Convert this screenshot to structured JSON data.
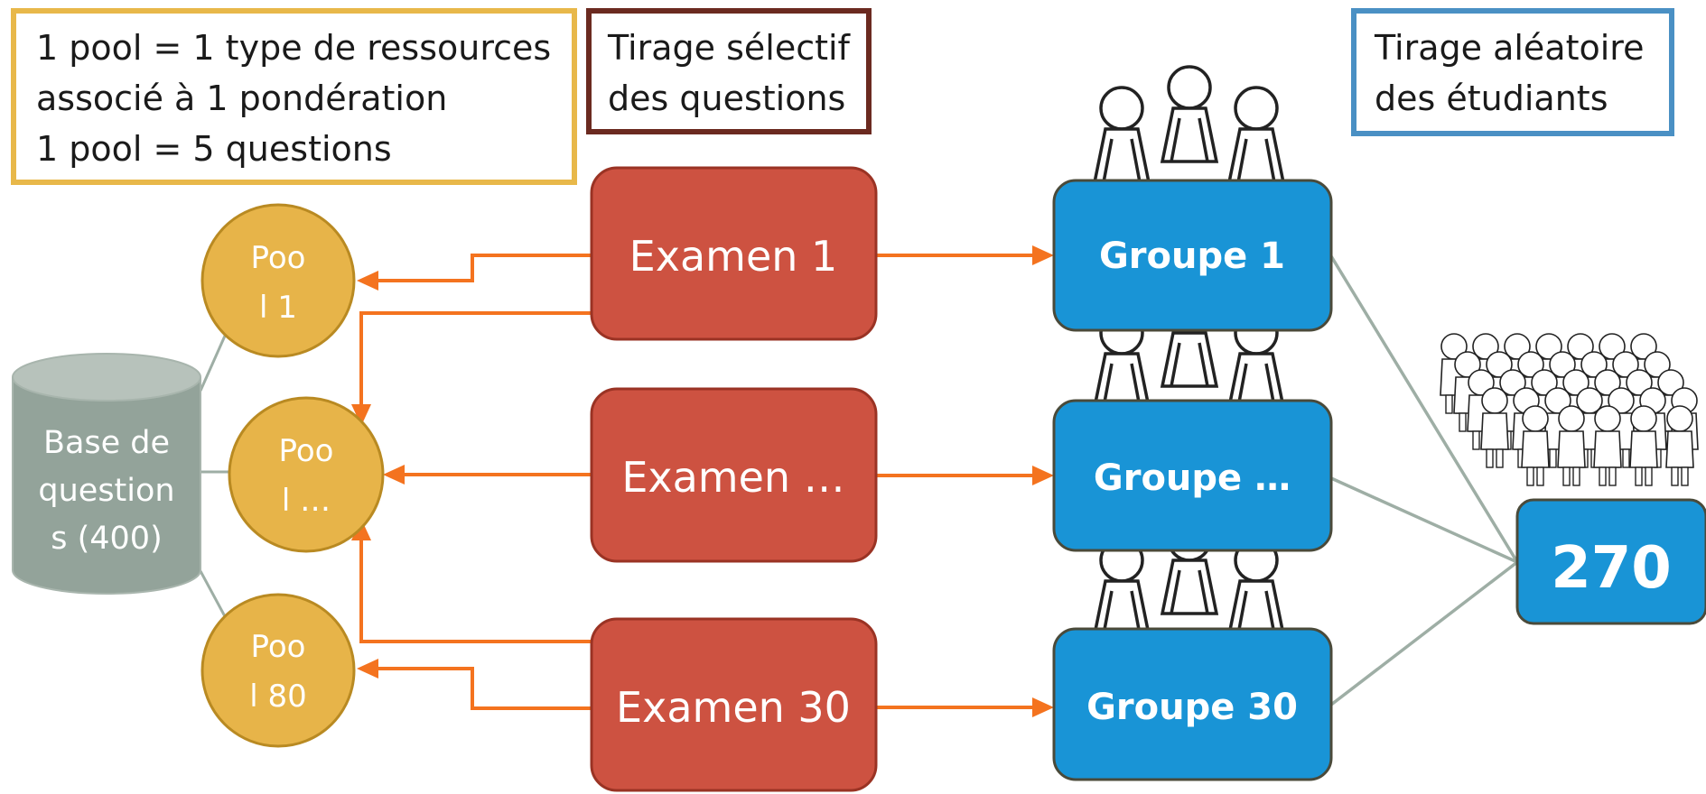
{
  "notes": {
    "pool": {
      "lines": [
        "1 pool = 1 type de ressources",
        "associé à 1 pondération",
        "1 pool = 5 questions"
      ],
      "border": "#e8b84a"
    },
    "selective": {
      "lines": [
        "Tirage sélectif",
        "des questions"
      ],
      "border": "#6b2a20"
    },
    "random": {
      "lines": [
        "Tirage aléatoire",
        "des étudiants"
      ],
      "border": "#4a90c4"
    }
  },
  "database": {
    "lines": [
      "Base de",
      "question",
      "s (400)"
    ],
    "color": "#93a39a"
  },
  "pools": [
    {
      "lines": [
        "Poo",
        "l 1"
      ]
    },
    {
      "lines": [
        "Poo",
        "l …"
      ]
    },
    {
      "lines": [
        "Poo",
        "l 80"
      ]
    }
  ],
  "exams": [
    {
      "label": "Examen 1"
    },
    {
      "label": "Examen …"
    },
    {
      "label": "Examen 30"
    }
  ],
  "groups": [
    {
      "label": "Groupe 1"
    },
    {
      "label": "Groupe …"
    },
    {
      "label": "Groupe 30"
    }
  ],
  "total": {
    "label": "270"
  },
  "colors": {
    "pool_fill": "#e7b449",
    "pool_stroke": "#b98a22",
    "exam_fill": "#cd5241",
    "exam_stroke": "#9a3324",
    "group_fill": "#1994d6",
    "group_stroke": "#4a4a3a",
    "arrow": "#f4731f",
    "line_gray": "#9eaea5"
  },
  "icons": {
    "people": "people-group-icon",
    "crowd": "crowd-icon"
  }
}
